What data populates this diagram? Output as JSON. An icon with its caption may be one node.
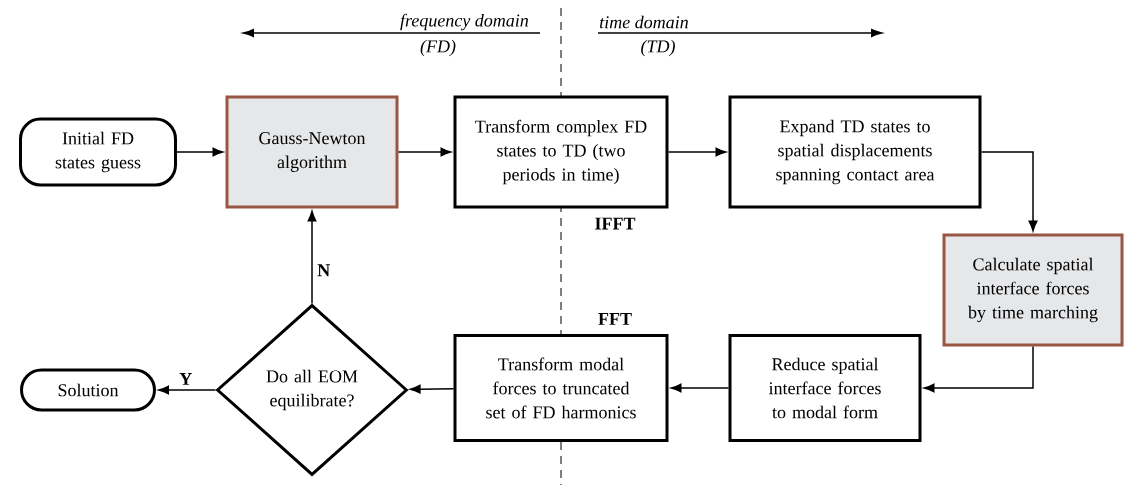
{
  "diagram": {
    "nodes": [
      {
        "text": [
          "Initial FD states guess"
        ]
      },
      {
        "text": [
          "Gauss-Newton algorithm"
        ]
      },
      {
        "text": [
          "Transform complex FD states to TD (two periods in time)"
        ],
        "beside": [
          "IFFT"
        ]
      },
      {
        "text": [
          "Expand TD states to spatial displacements spanning contact area"
        ]
      },
      {
        "text": [
          "Calculate spatial interface forces by time marching"
        ]
      },
      {
        "text": [
          "Reduce spatial interface forces to modal form"
        ]
      },
      {
        "text": [
          "Transform modal forces to truncated set of FD harmonics"
        ],
        "beside": [
          "FFT"
        ]
      },
      {
        "text": [
          "Do all EOM equilibrate?"
        ]
      },
      {
        "text": [
          "Solution"
        ]
      }
    ],
    "edges": [
      {
        "from": 0,
        "to": 1,
        "arrow": "to"
      },
      {
        "from": 1,
        "to": 2,
        "arrow": "to"
      },
      {
        "from": 2,
        "to": 3,
        "arrow": "to"
      },
      {
        "from": 3,
        "to": 4,
        "arrow": "to"
      },
      {
        "from": 4,
        "to": 5,
        "arrow": "to"
      },
      {
        "from": 5,
        "to": 6,
        "arrow": "to"
      },
      {
        "from": 6,
        "to": 7,
        "arrow": "to"
      },
      {
        "from": 7,
        "to": 8,
        "arrow": "to",
        "label": "Y"
      },
      {
        "from": 7,
        "to": 1,
        "arrow": "to",
        "label": "N"
      }
    ],
    "labels": [
      "frequency domain",
      "time domain",
      "(FD)",
      "(TD)"
    ]
  }
}
